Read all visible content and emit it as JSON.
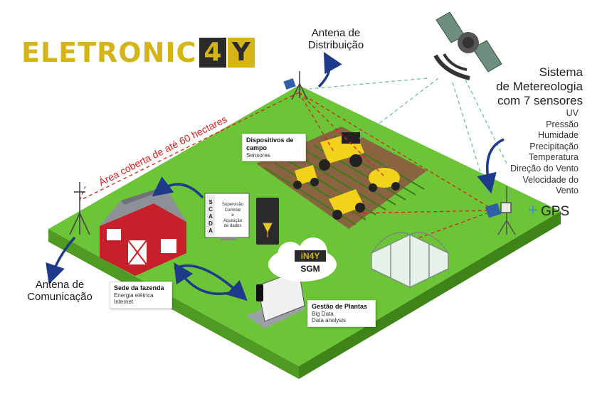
{
  "brand": {
    "name": "ELETRONIC",
    "box1": "4",
    "box2": "Y"
  },
  "labels": {
    "antena_distribuicao": [
      "Antena de",
      "Distribuição"
    ],
    "antena_comunicacao": [
      "Antena de",
      "Comunicação"
    ],
    "area_coberta": "Área coberta de até 60 hectares"
  },
  "meteo": {
    "title": [
      "Sistema",
      "de Metereologia",
      "com 7 sensores"
    ],
    "sensors": [
      "UV",
      "Pressão",
      "Humidade",
      "Precipitação",
      "Temperatura",
      "Direção do Vento",
      "Velocidade do",
      "Vento"
    ],
    "gps": "GPS"
  },
  "cards": {
    "dispositivos": {
      "title": "Dispositivos de campo",
      "sub": "Sensores"
    },
    "sede": {
      "title": "Sede da fazenda",
      "lines": [
        "Energia elétrica",
        "Internet"
      ]
    },
    "gestao": {
      "title": "Gestão de Plantas",
      "lines": [
        "Big Data",
        "Data analysis"
      ]
    }
  },
  "scada": {
    "side": [
      "S",
      "C",
      "A",
      "D",
      "A"
    ],
    "lines": [
      "Supervisão",
      "Controle",
      "e",
      "Aquisição",
      "de dados"
    ]
  },
  "sgm": {
    "top": "iN4Y",
    "bottom": "SGM"
  },
  "colors": {
    "grass": "#6cc437",
    "grass_dark": "#4e9a22",
    "soil": "#8a6340",
    "accent_yellow": "#d4b417",
    "arrow_blue": "#1e3a8a",
    "dashed_red": "#d82020",
    "dashed_green": "#5fbf86"
  }
}
